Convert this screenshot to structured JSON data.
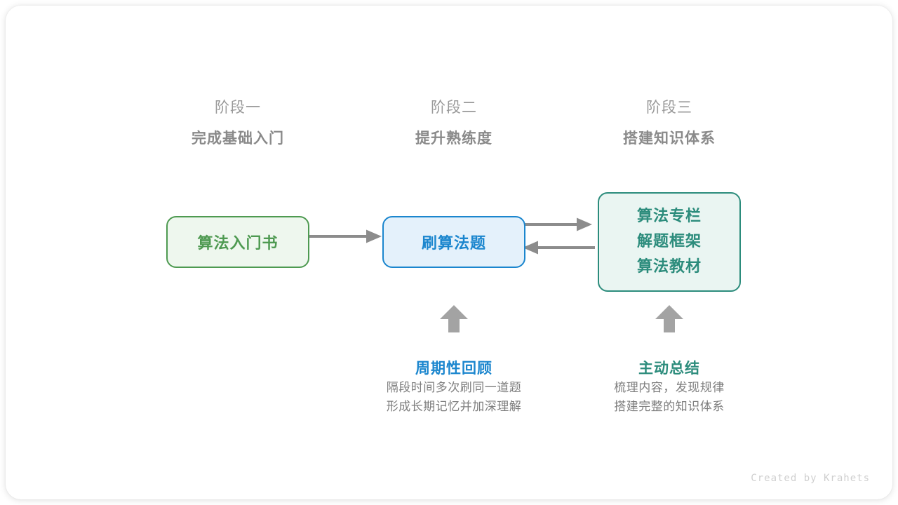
{
  "card": {
    "background": "#ffffff",
    "credit": "Created by Krahets"
  },
  "stages": [
    {
      "number": "阶段一",
      "title": "完成基础入门"
    },
    {
      "number": "阶段二",
      "title": "提升熟练度"
    },
    {
      "number": "阶段三",
      "title": "搭建知识体系"
    }
  ],
  "nodes": {
    "book": {
      "label": "算法入门书",
      "color": "#4e9a51",
      "fill": "#eef7ee"
    },
    "practice": {
      "label": "刷算法题",
      "color": "#1b86ce",
      "fill": "#e4f1fb"
    },
    "resources": {
      "lines": [
        "算法专栏",
        "解题框架",
        "算法教材"
      ],
      "color": "#2c8c7c",
      "fill": "#eaf5f2"
    }
  },
  "arrows": {
    "color": "#8c8c8c",
    "book_to_practice": "right",
    "practice_to_resources": "right",
    "resources_to_practice": "left",
    "review_up": "up",
    "summary_up": "up"
  },
  "notes": [
    {
      "title": "周期性回顾",
      "color": "#1b86ce",
      "desc_line1": "隔段时间多次刷同一道题",
      "desc_line2": "形成长期记忆并加深理解"
    },
    {
      "title": "主动总结",
      "color": "#2c8c7c",
      "desc_line1": "梳理内容，发现规律",
      "desc_line2": "搭建完整的知识体系"
    }
  ]
}
